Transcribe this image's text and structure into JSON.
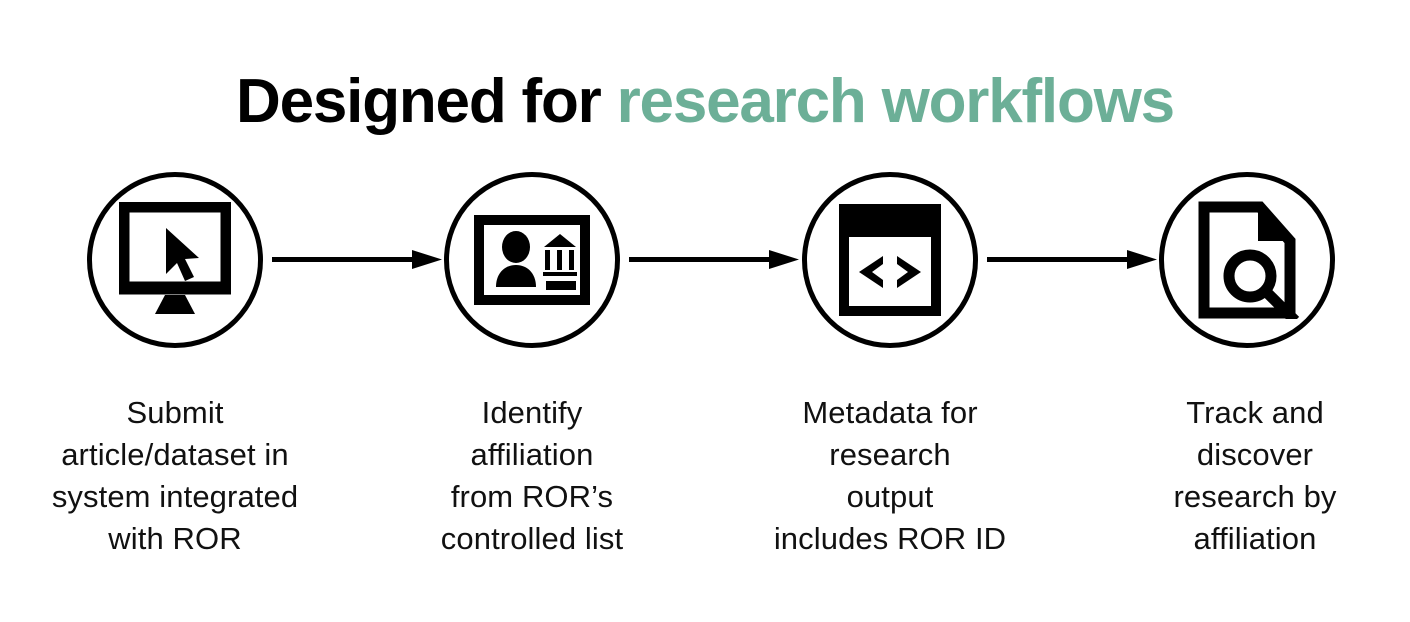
{
  "headline": {
    "lead": "Designed for ",
    "accent": "research workflows",
    "accent_color": "#6CAF97",
    "lead_color": "#000000"
  },
  "flow": {
    "steps": [
      {
        "id": "submit",
        "icon": "monitor-cursor-icon",
        "caption_lines": [
          "Submit",
          "article/dataset in",
          "system integrated",
          "with ROR"
        ]
      },
      {
        "id": "identify",
        "icon": "id-card-institution-icon",
        "caption_lines": [
          "Identify",
          "affiliation",
          "from ROR’s",
          "controlled list"
        ]
      },
      {
        "id": "metadata",
        "icon": "code-window-icon",
        "caption_lines": [
          "Metadata for",
          "research",
          "output",
          "includes ROR ID"
        ]
      },
      {
        "id": "track",
        "icon": "document-search-icon",
        "caption_lines": [
          "Track and",
          "discover",
          "research by",
          "affiliation"
        ]
      }
    ],
    "connectors": [
      {
        "id": "arrow-1",
        "icon": "arrow-right-icon"
      },
      {
        "id": "arrow-2",
        "icon": "arrow-right-icon"
      },
      {
        "id": "arrow-3",
        "icon": "arrow-right-icon"
      }
    ]
  },
  "theme": {
    "background": "#ffffff",
    "stroke": "#000000",
    "text": "#111111"
  }
}
